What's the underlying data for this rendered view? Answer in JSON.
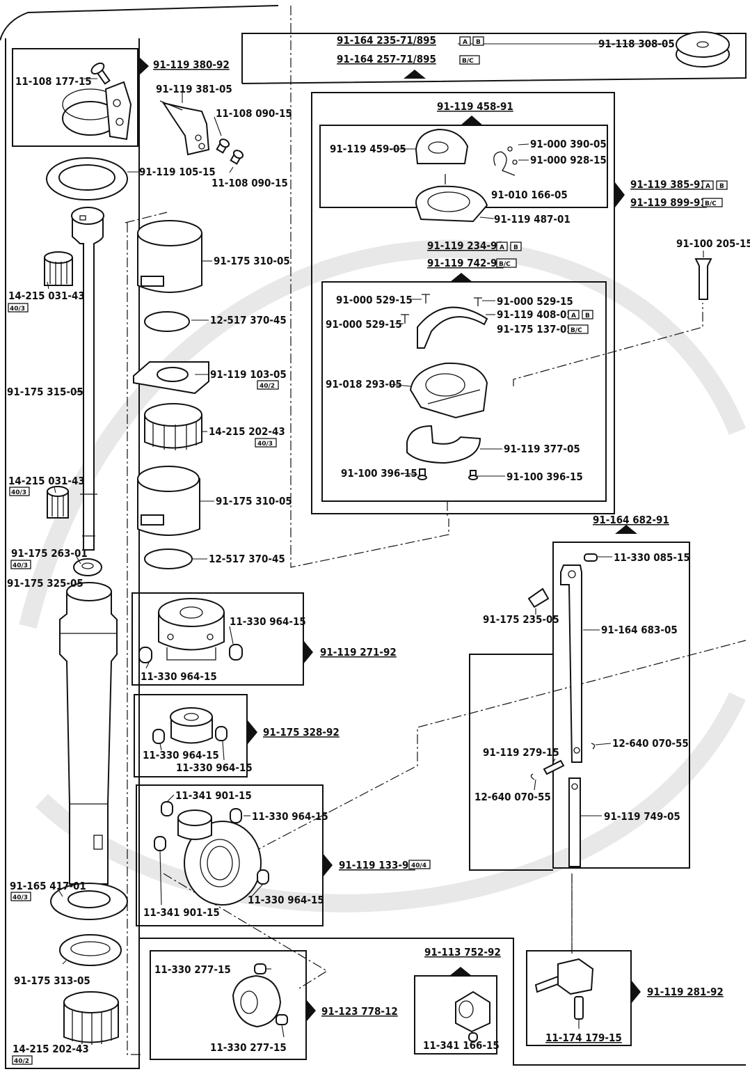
{
  "labels": {
    "a01": "11-108 177-15",
    "a02": "91-119 380-92",
    "a03": "91-119 381-05",
    "a04": "11-108 090-15",
    "a05": "11-108 090-15",
    "a06": "91-119 105-15",
    "a07": "14-215 031-43",
    "a08": "91-175 310-05",
    "a09": "12-517 370-45",
    "a10": "91-119 103-05",
    "a11": "14-215 202-43",
    "a12": "91-175 315-05",
    "a13": "14-215 031-43",
    "a14": "91-175 310-05",
    "a15": "12-517 370-45",
    "a16": "91-175 263-01",
    "a17": "91-175 325-05",
    "a18": "11-330 964-15",
    "a19": "11-330 964-15",
    "a20": "91-119 271-92",
    "a21": "11-330 964-15",
    "a22": "11-330 964-15",
    "a23": "91-175 328-92",
    "a24": "11-341 901-15",
    "a25": "11-330 964-15",
    "a26": "91-119 133-90",
    "a27": "11-341 901-15",
    "a28": "11-330 964-15",
    "a29": "91-165 417-01",
    "a30": "91-175 313-05",
    "a31": "14-215 202-43",
    "a32": "11-330 277-15",
    "a33": "91-123 778-12",
    "a34": "11-330 277-15",
    "b01": "91-164 235-71/895",
    "b02": "91-164 257-71/895",
    "b03": "91-118 308-05",
    "b04": "91-119 458-91",
    "b05": "91-119 459-05",
    "b06": "91-000 390-05",
    "b07": "91-000 928-15",
    "b08": "91-010 166-05",
    "b09": "91-119 385-91",
    "b10": "91-119 899-91",
    "b11": "91-119 487-01",
    "b12": "91-119 234-91",
    "b13": "91-119 742-91",
    "b14": "91-100 205-15",
    "b15": "91-000 529-15",
    "b16": "91-000 529-15",
    "b17": "91-000 529-15",
    "b18": "91-119 408-05",
    "b19": "91-175 137-05",
    "b20": "91-018 293-05",
    "b21": "91-119 377-05",
    "b22": "91-100 396-15",
    "b23": "91-100 396-15",
    "c01": "91-164 682-91",
    "c02": "11-330 085-15",
    "c03": "91-175 235-05",
    "c04": "91-164 683-05",
    "c05": "91-119 279-15",
    "c06": "12-640 070-55",
    "c07": "12-640 070-55",
    "c08": "91-119 749-05",
    "c09": "91-113 752-92",
    "c10": "11-341 166-15",
    "c11": "91-119 281-92",
    "c12": "11-174 179-15"
  },
  "tags": {
    "t01": "40/3",
    "t02": "40/2",
    "t03": "40/3",
    "t04": "40/3",
    "t05": "40/3",
    "t06": "40/4",
    "t07": "40/3",
    "t08": "40/2",
    "u01": "A",
    "u02": "B",
    "u03": "B/C",
    "u04": "A",
    "u05": "B",
    "u06": "B/C",
    "u07": "A",
    "u08": "B",
    "u09": "B/C",
    "u10": "A",
    "u11": "B",
    "u12": "B/C"
  }
}
